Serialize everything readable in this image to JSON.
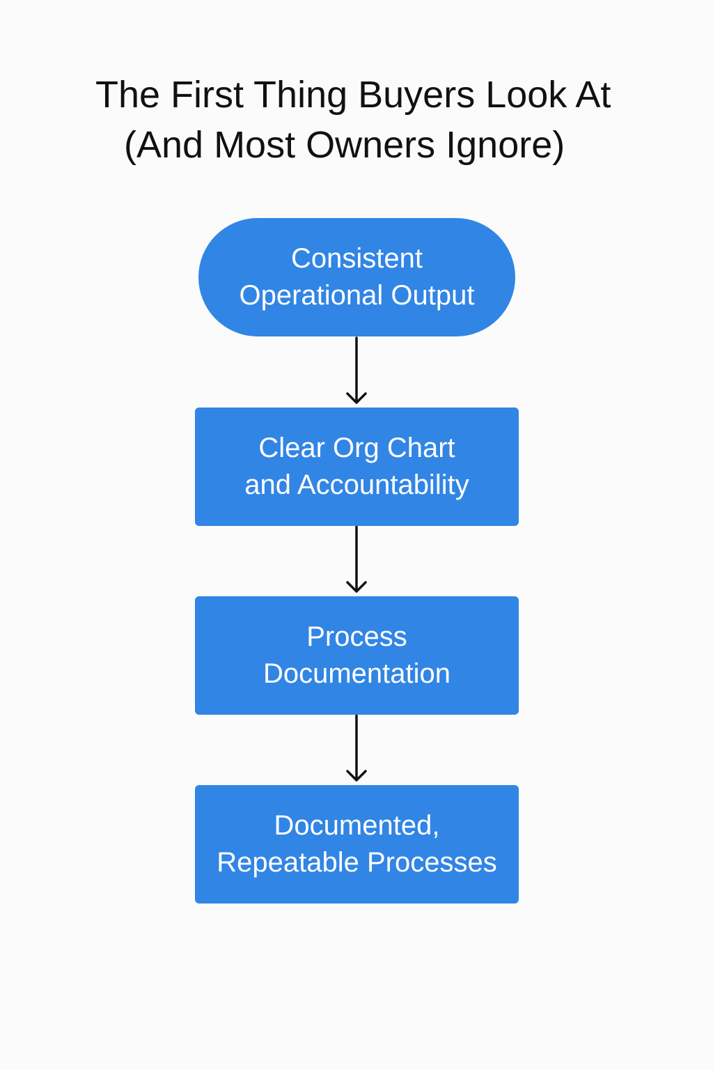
{
  "title": {
    "line1": "The First Thing Buyers Look At",
    "line2": "(And Most Owners Ignore)"
  },
  "nodes": [
    {
      "shape": "pill",
      "line1": "Consistent",
      "line2": "Operational Output"
    },
    {
      "shape": "rect",
      "line1": "Clear Org Chart",
      "line2": "and Accountability"
    },
    {
      "shape": "rect",
      "line1": "Process",
      "line2": "Documentation"
    },
    {
      "shape": "rect",
      "line1": "Documented,",
      "line2": "Repeatable Processes"
    }
  ],
  "edges": [
    {
      "from": 0,
      "to": 1
    },
    {
      "from": 1,
      "to": 2
    },
    {
      "from": 2,
      "to": 3
    }
  ],
  "colors": {
    "node_fill": "#3185e5",
    "node_text": "#ffffff",
    "arrow": "#111111",
    "background": "#fbfbfb"
  }
}
